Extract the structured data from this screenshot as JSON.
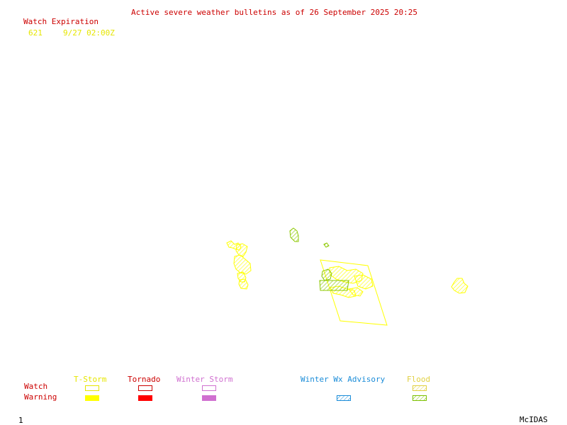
{
  "title": "Active severe weather bulletins as of 26 September 2025 20:25",
  "watch_expiration": {
    "header": "Watch Expiration",
    "rows": [
      {
        "number": "621",
        "expires": "9/27 02:00Z"
      }
    ]
  },
  "legend": {
    "row_labels": {
      "watch": "Watch",
      "warning": "Warning"
    },
    "categories": {
      "tstorm": "T-Storm",
      "tornado": "Tornado",
      "winter_storm": "Winter Storm",
      "winter_wx_advisory": "Winter Wx Advisory",
      "flood": "Flood"
    }
  },
  "footer": {
    "frame_number": "1",
    "brand": "McIDAS"
  },
  "colors": {
    "title": "#cc0000",
    "tstorm": "#ffff00",
    "tornado": "#ff0000",
    "winter_storm": "#d070d0",
    "winter_wx_advisory": "#1a8cd8",
    "flood_watch": "#e0d040",
    "flood_warning": "#7cc000",
    "flood_polygon": "#8cc800"
  }
}
